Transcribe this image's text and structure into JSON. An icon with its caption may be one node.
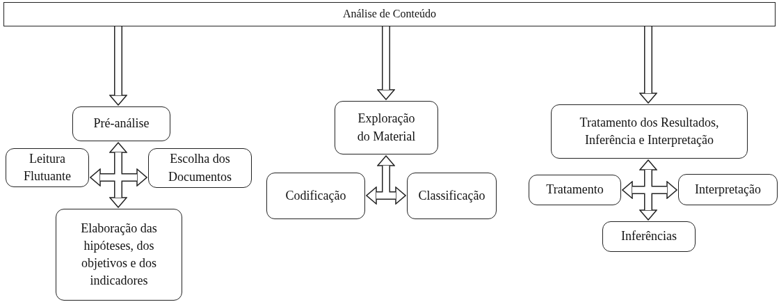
{
  "diagram": {
    "nodes": [
      {
        "text": [
          "Análise de Conteúdo"
        ]
      },
      {
        "text": [
          "Pré-análise"
        ]
      },
      {
        "text": [
          "Leitura Flutuante"
        ]
      },
      {
        "text": [
          "Escolha dos Documentos"
        ]
      },
      {
        "text": [
          "Elaboração das hipóteses, dos objetivos e dos indicadores"
        ]
      },
      {
        "text": [
          "Exploração do Material"
        ]
      },
      {
        "text": [
          "Codificação"
        ]
      },
      {
        "text": [
          "Classificação"
        ]
      },
      {
        "text": [
          "Tratamento dos Resultados, Inferência e Interpretação"
        ]
      },
      {
        "text": [
          "Tratamento"
        ]
      },
      {
        "text": [
          "Interpretação"
        ]
      },
      {
        "text": [
          "Inferências"
        ]
      }
    ],
    "edges": [
      {
        "from": 0,
        "to": 1,
        "arrow": "to"
      },
      {
        "from": 0,
        "to": 5,
        "arrow": "to"
      },
      {
        "from": 0,
        "to": 8,
        "arrow": "to"
      },
      {
        "from": 2,
        "to": 3,
        "arrow": "both"
      },
      {
        "from": 1,
        "to": 4,
        "arrow": "both"
      },
      {
        "from": 6,
        "to": 7,
        "arrow": "both"
      },
      {
        "from": 6,
        "to": 5,
        "arrow": "to"
      },
      {
        "from": 9,
        "to": 10,
        "arrow": "both"
      },
      {
        "from": 8,
        "to": 11,
        "arrow": "both"
      }
    ]
  }
}
